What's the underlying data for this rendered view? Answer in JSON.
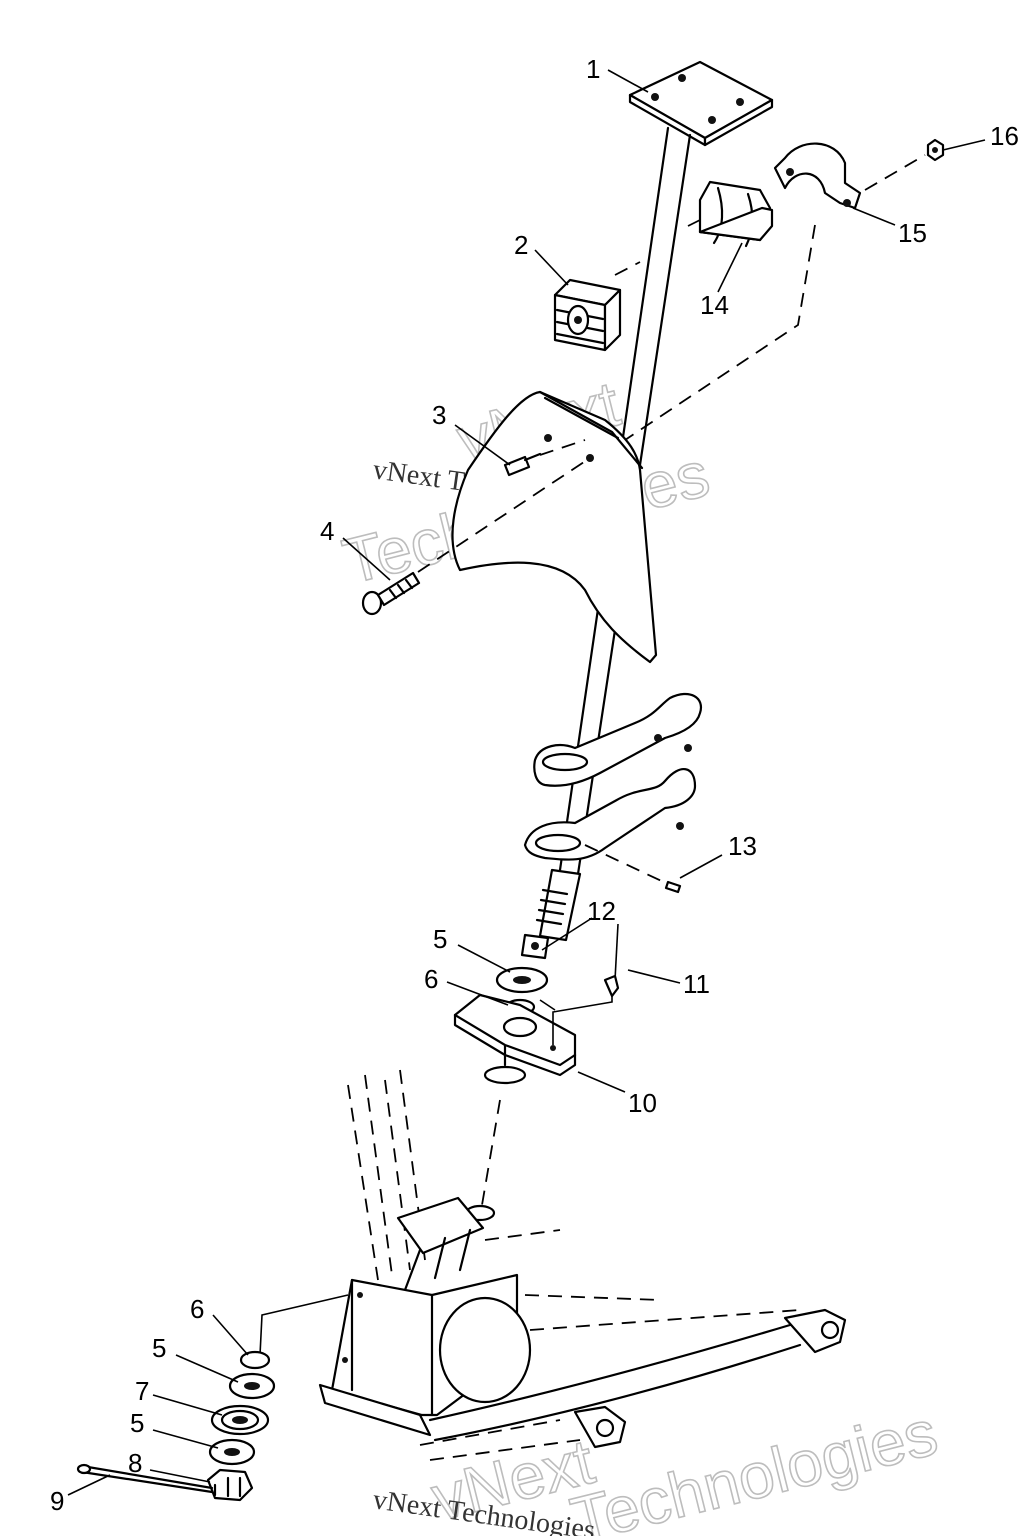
{
  "callouts": [
    {
      "id": "c1",
      "label": "1"
    },
    {
      "id": "c2",
      "label": "2"
    },
    {
      "id": "c3",
      "label": "3"
    },
    {
      "id": "c4",
      "label": "4"
    },
    {
      "id": "c5a",
      "label": "5"
    },
    {
      "id": "c6a",
      "label": "6"
    },
    {
      "id": "c10",
      "label": "10"
    },
    {
      "id": "c11",
      "label": "11"
    },
    {
      "id": "c12",
      "label": "12"
    },
    {
      "id": "c13",
      "label": "13"
    },
    {
      "id": "c14",
      "label": "14"
    },
    {
      "id": "c15",
      "label": "15"
    },
    {
      "id": "c16",
      "label": "16"
    },
    {
      "id": "c6b",
      "label": "6"
    },
    {
      "id": "c5b",
      "label": "5"
    },
    {
      "id": "c7",
      "label": "7"
    },
    {
      "id": "c5c",
      "label": "5"
    },
    {
      "id": "c8",
      "label": "8"
    },
    {
      "id": "c9",
      "label": "9"
    }
  ],
  "watermarks": {
    "outline_top_1": "vNext",
    "outline_top_2": "Technologies",
    "serif_top": "vNext Technologies",
    "outline_bottom_1": "vNext",
    "outline_bottom_2": "Technologies",
    "serif_bottom": "vNext Technologies"
  }
}
